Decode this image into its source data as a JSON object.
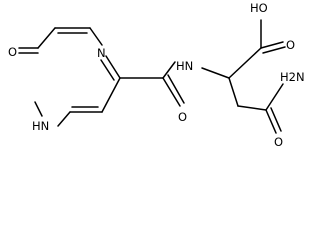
{
  "atom_labels": {
    "oxo_oxygen": "O",
    "ring_nitrogen_top": "N",
    "ring_nh": "HN",
    "amide_nh": "HN",
    "amide_oxygen": "O",
    "acid_oh": "HO",
    "acid_oxygen": "O",
    "terminal_amide_nh2": "H2N",
    "terminal_amide_oxygen": "O"
  },
  "colors": {
    "bond": "#000000",
    "text": "#000000",
    "background": "#ffffff"
  }
}
